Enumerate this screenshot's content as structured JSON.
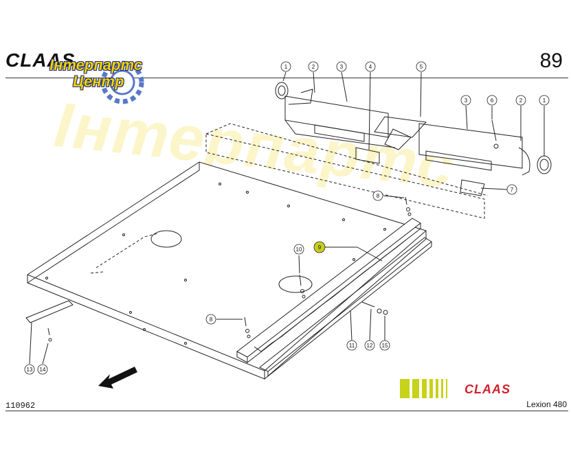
{
  "header": {
    "brand_logo": "CLAAS",
    "page_number": "89"
  },
  "watermark": {
    "line1": "Інтерпартс",
    "line2": "Центр"
  },
  "footer": {
    "document_code": "110962",
    "model": "Lexion 480",
    "brand_logo": "CLAAS",
    "stripe_color": "#c7d21a",
    "logo_color": "#d31f2a"
  },
  "callouts": {
    "c1a": "1",
    "c2a": "2",
    "c3a": "3",
    "c4": "4",
    "c5": "5",
    "c3b": "3",
    "c6": "6",
    "c2b": "2",
    "c1b": "1",
    "c7": "7",
    "c8a": "8",
    "c9": "9",
    "c10": "10",
    "c8b": "8",
    "c11": "11",
    "c12": "12",
    "c15": "15",
    "c13": "13",
    "c14": "14"
  },
  "highlight_color": "#c9cf1e"
}
